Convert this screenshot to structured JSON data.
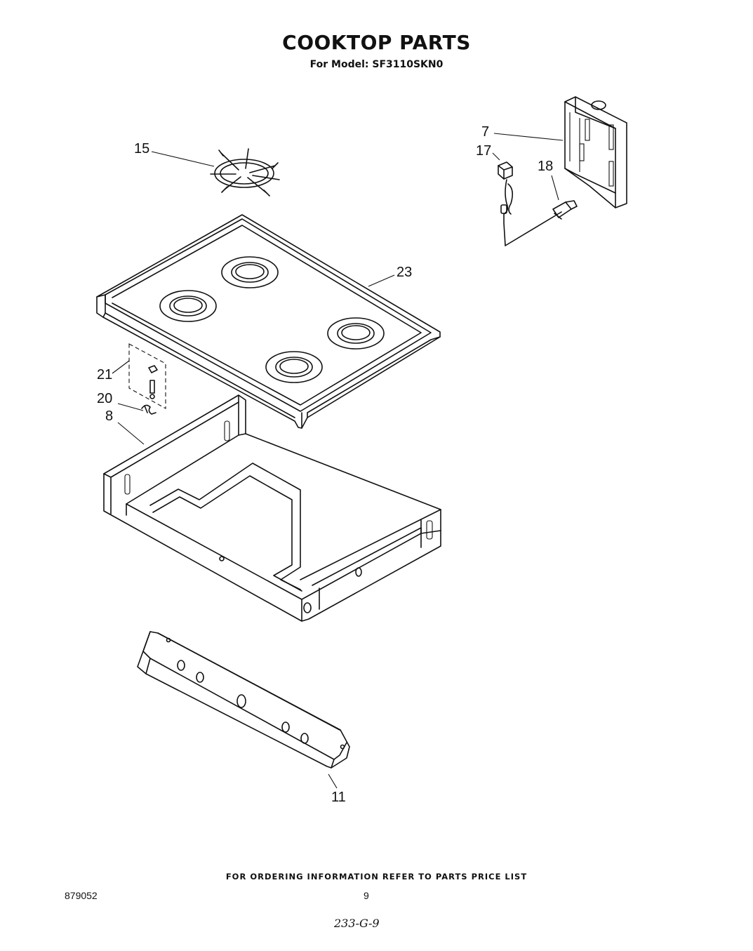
{
  "header": {
    "title": "COOKTOP PARTS",
    "subtitle": "For Model: SF3110SKN0"
  },
  "callouts": {
    "c15": "15",
    "c7": "7",
    "c17": "17",
    "c18": "18",
    "c23": "23",
    "c21": "21",
    "c20": "20",
    "c8": "8",
    "c11": "11"
  },
  "footer": {
    "ordering_note": "FOR ORDERING INFORMATION REFER TO PARTS PRICE LIST",
    "document_number": "879052",
    "page_number": "9",
    "handwritten_code": "233-G-9"
  }
}
